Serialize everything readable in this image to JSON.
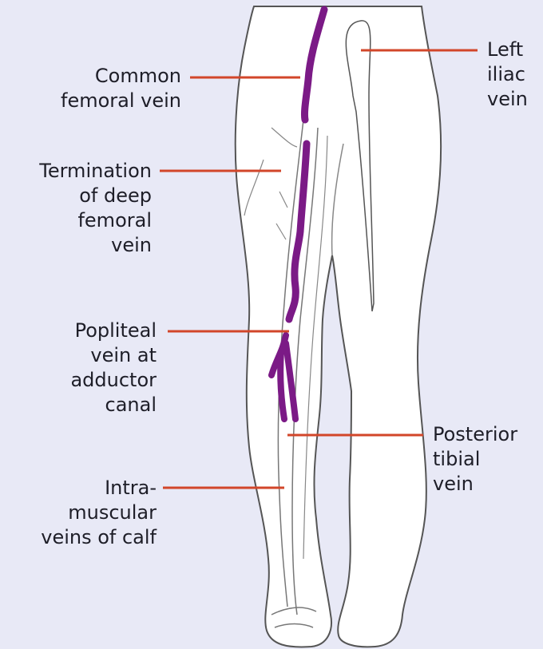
{
  "labels": {
    "common_femoral": [
      "Common",
      "femoral vein"
    ],
    "left_iliac": [
      "Left",
      "iliac",
      "vein"
    ],
    "deep_femoral": [
      "Termination",
      "of deep",
      "femoral",
      "vein"
    ],
    "popliteal": [
      "Popliteal",
      "vein at",
      "adductor",
      "canal"
    ],
    "posterior_tibial": [
      "Posterior",
      "tibial",
      "vein"
    ],
    "intramuscular": [
      "Intra-",
      "muscular",
      "veins of calf"
    ]
  },
  "colors": {
    "background": "#e8e9f6",
    "leader": "#d2462a",
    "thrombus": "#7b1a86",
    "outline": "#555555",
    "skin": "#ffffff"
  }
}
